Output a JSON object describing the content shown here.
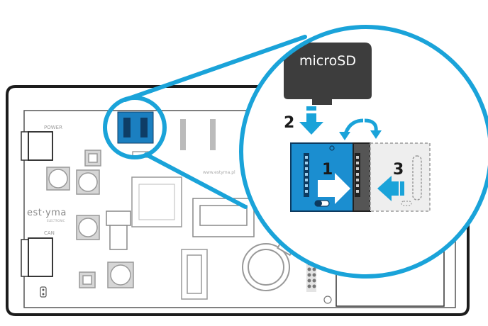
{
  "board": {
    "power_label": "POWER",
    "can_label": "CAN",
    "logo_text": "est·yma",
    "logo_subtext": "ELECTRONIC",
    "url_text": "www.estyma.pl"
  },
  "callout": {
    "card_label": "microSD",
    "step_1": "1",
    "step_2": "2",
    "step_3": "3"
  },
  "colors": {
    "accent": "#1aa3d9",
    "slot_blue": "#1b8ed0",
    "card_dark": "#3d3d3d",
    "board_outline": "#222222",
    "component_grey": "#bdbdbd"
  },
  "icons": {
    "insert_arrow": "arrow-right-icon",
    "down_arrow": "arrow-down-icon",
    "lock_arrow": "arrow-left-icon",
    "flip_arrows": "rotate-arrows-icon"
  }
}
